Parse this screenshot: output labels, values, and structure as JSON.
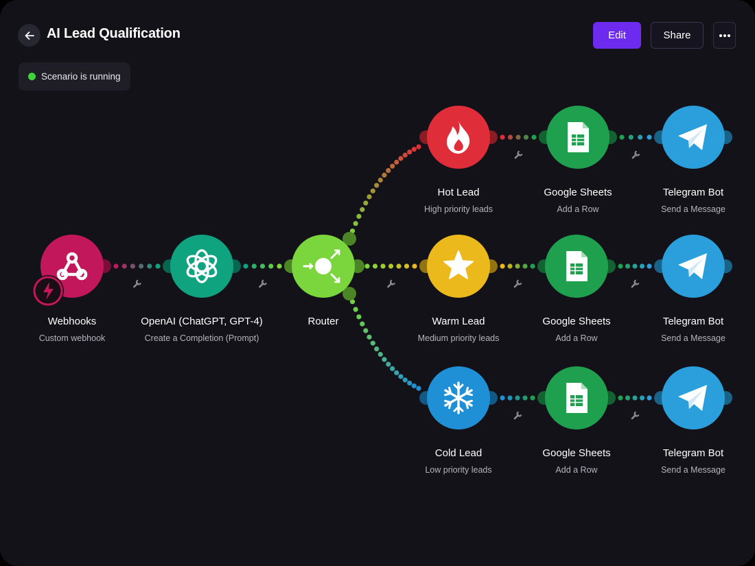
{
  "header": {
    "title": "AI Lead Qualification",
    "edit_label": "Edit",
    "share_label": "Share",
    "more_icon": "ellipsis-icon",
    "back_icon": "arrow-left-icon"
  },
  "status": {
    "text": "Scenario is running",
    "color": "#3fd33a"
  },
  "nodes": [
    {
      "id": "webhooks",
      "name": "Webhooks",
      "sub": "Custom webhook",
      "icon": "webhook-icon",
      "color": "#c2185b"
    },
    {
      "id": "openai",
      "name": "OpenAI (ChatGPT, GPT-4)",
      "sub": "Create a Completion (Prompt)",
      "icon": "openai-icon",
      "color": "#10a37f"
    },
    {
      "id": "router",
      "name": "Router",
      "sub": "",
      "icon": "router-icon",
      "color": "#7ad63c"
    },
    {
      "id": "hot-lead",
      "name": "Hot Lead",
      "sub": "High priority leads",
      "icon": "fire-icon",
      "color": "#e02d3a"
    },
    {
      "id": "sheets-1",
      "name": "Google Sheets",
      "sub": "Add a Row",
      "icon": "google-sheets-icon",
      "color": "#1fa04f"
    },
    {
      "id": "telegram-1",
      "name": "Telegram Bot",
      "sub": "Send a Message",
      "icon": "telegram-icon",
      "color": "#2a9fdc"
    },
    {
      "id": "warm-lead",
      "name": "Warm Lead",
      "sub": "Medium priority leads",
      "icon": "star-icon",
      "color": "#ecb91c"
    },
    {
      "id": "sheets-2",
      "name": "Google Sheets",
      "sub": "Add a Row",
      "icon": "google-sheets-icon",
      "color": "#1fa04f"
    },
    {
      "id": "telegram-2",
      "name": "Telegram Bot",
      "sub": "Send a Message",
      "icon": "telegram-icon",
      "color": "#2a9fdc"
    },
    {
      "id": "cold-lead",
      "name": "Cold Lead",
      "sub": "Low priority leads",
      "icon": "snowflake-icon",
      "color": "#1f8fd6"
    },
    {
      "id": "sheets-3",
      "name": "Google Sheets",
      "sub": "Add a Row",
      "icon": "google-sheets-icon",
      "color": "#1fa04f"
    },
    {
      "id": "telegram-3",
      "name": "Telegram Bot",
      "sub": "Send a Message",
      "icon": "telegram-icon",
      "color": "#2a9fdc"
    }
  ]
}
